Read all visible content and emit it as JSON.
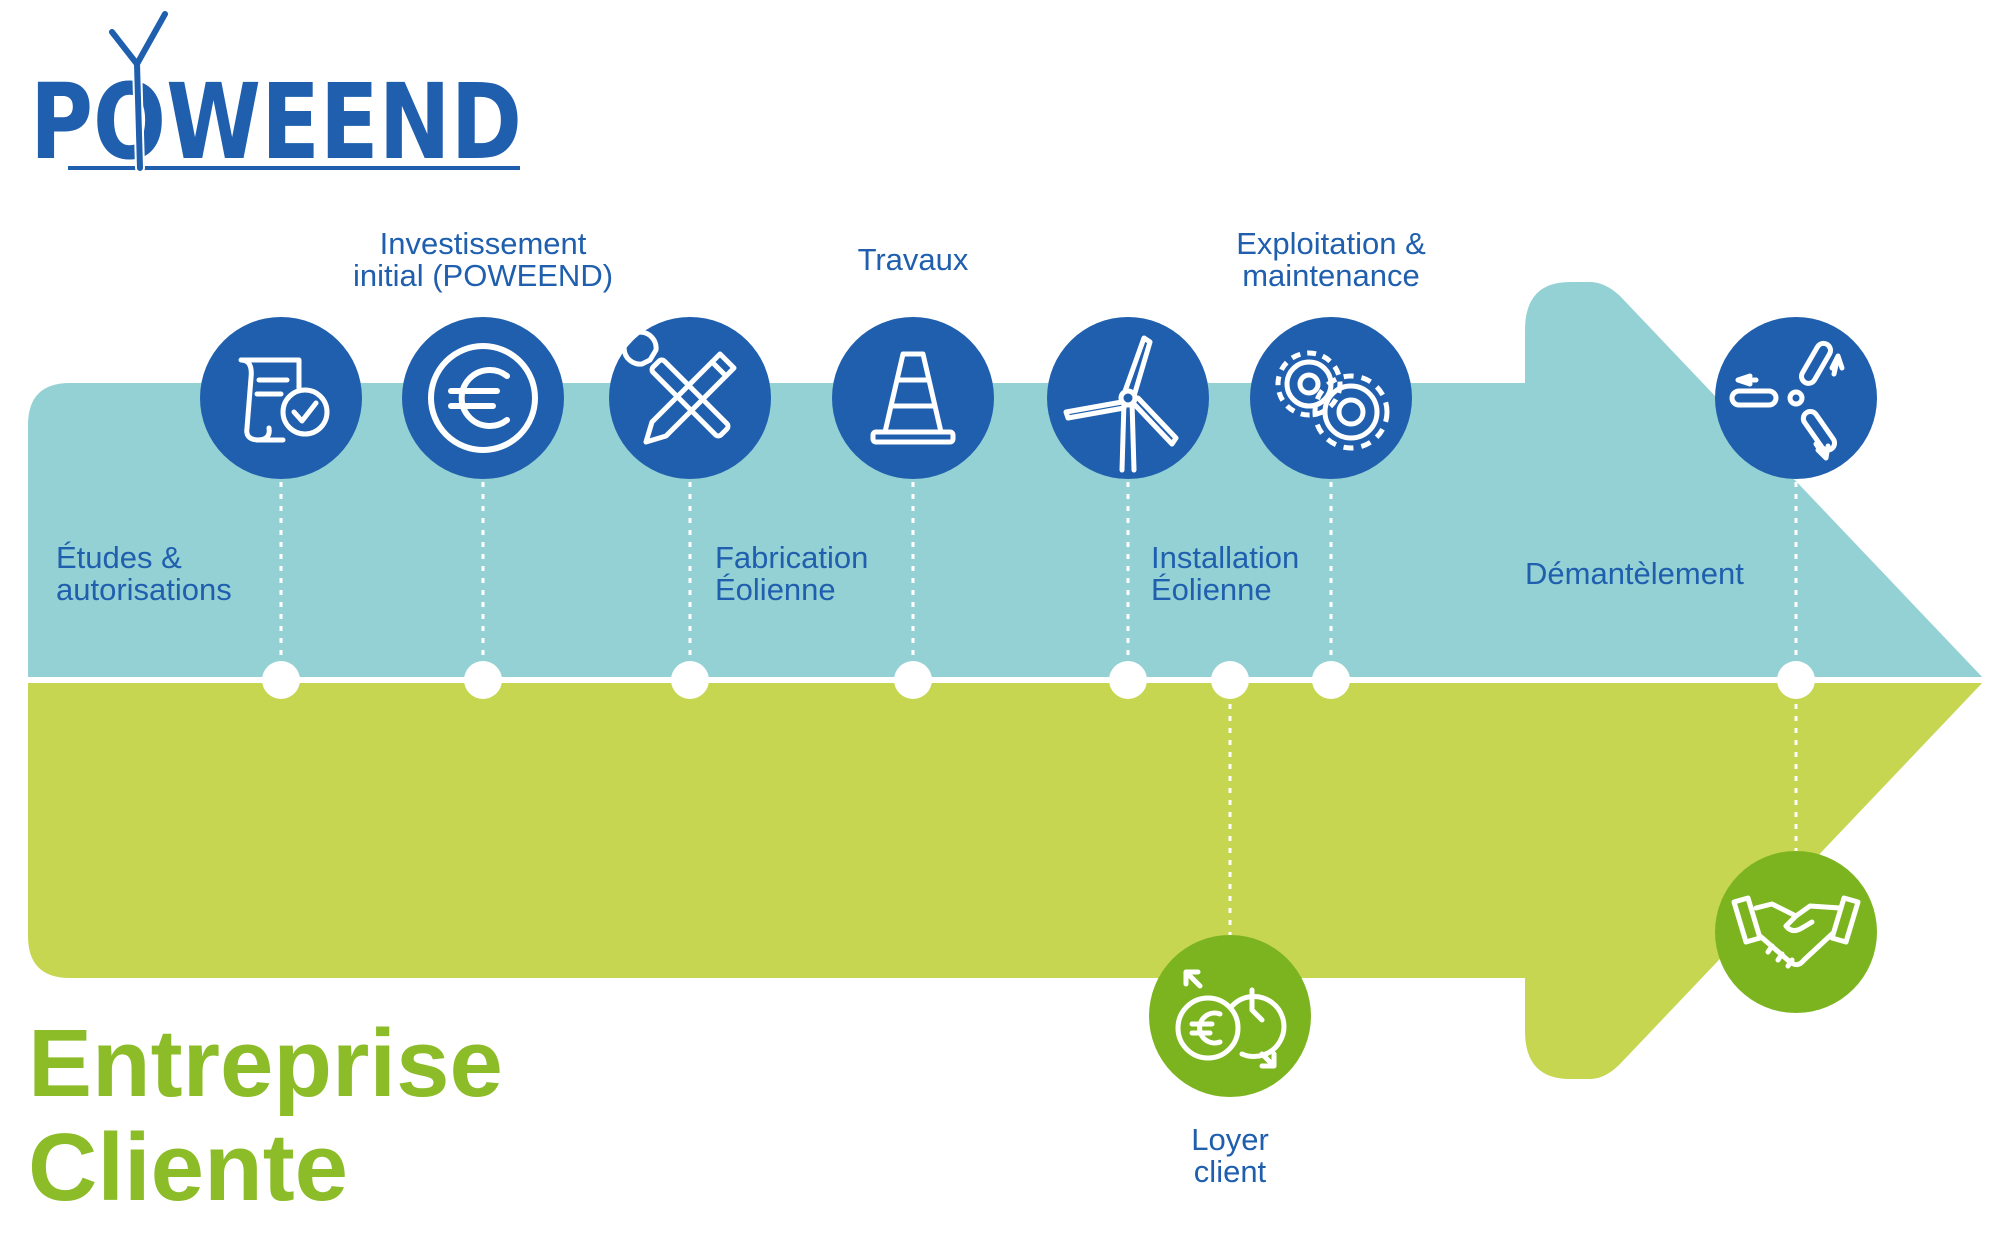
{
  "logo": {
    "text": "POWEEND"
  },
  "colors": {
    "blue": "#1f5fae",
    "teal_band": "#94d1d4",
    "green_band": "#c6d651",
    "green_icon": "#7cb41f",
    "title_green": "#8cbd29"
  },
  "steps_top": [
    {
      "icon": "document-check-icon",
      "label_lines": []
    },
    {
      "icon": "euro-icon",
      "label_lines": [
        "Investissement",
        "initial (POWEEND)"
      ]
    },
    {
      "icon": "wrench-pencil-icon",
      "label_lines": []
    },
    {
      "icon": "traffic-cone-icon",
      "label_lines": [
        "Travaux"
      ]
    },
    {
      "icon": "wind-turbine-icon",
      "label_lines": []
    },
    {
      "icon": "gears-icon",
      "label_lines": [
        "Exploitation &",
        "maintenance"
      ]
    },
    {
      "icon": "dismantled-blades-icon",
      "label_lines": []
    }
  ],
  "band_labels": [
    {
      "lines": [
        "Études &",
        "autorisations"
      ]
    },
    {
      "lines": [
        "Fabrication",
        "Éolienne"
      ]
    },
    {
      "lines": [
        "Installation",
        "Éolienne"
      ]
    },
    {
      "lines": [
        "Démantèlement"
      ]
    }
  ],
  "steps_bottom": [
    {
      "icon": "rent-euro-clock-icon",
      "label_lines": [
        "Loyer",
        "client"
      ]
    },
    {
      "icon": "handshake-icon",
      "label_lines": []
    }
  ],
  "client": {
    "title_lines": [
      "Entreprise",
      "Cliente"
    ]
  }
}
